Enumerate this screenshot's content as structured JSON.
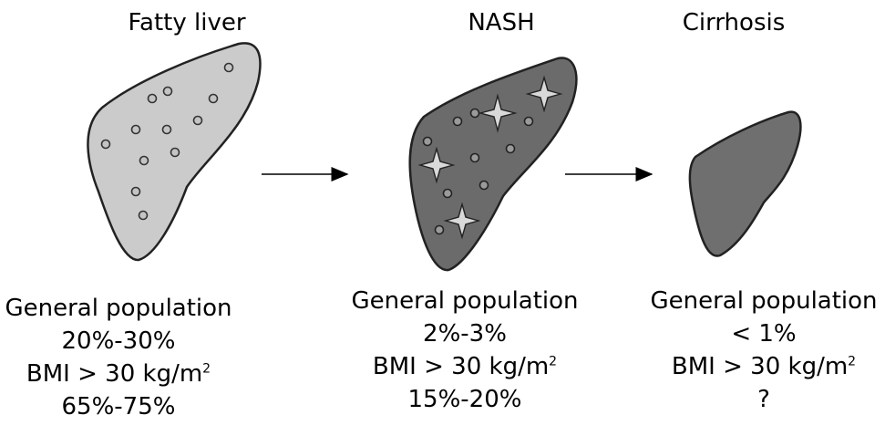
{
  "colors": {
    "fatty_fill": "#cbcbcb",
    "nash_fill": "#6b6b6b",
    "cirrhosis_fill": "#6f6f6f",
    "outline": "#222222",
    "dot_fatty": "#bfbfbf",
    "dot_nash": "#9a9a9a"
  },
  "stages": [
    {
      "title": "Fatty liver",
      "general_label": "General population",
      "general_value": "20%-30%",
      "bmi_label": "BMI > 30 kg/m",
      "bmi_sup": "2",
      "bmi_value": "65%-75%"
    },
    {
      "title": "NASH",
      "general_label": "General population",
      "general_value": "2%-3%",
      "bmi_label": "BMI > 30 kg/m",
      "bmi_sup": "2",
      "bmi_value": "15%-20%"
    },
    {
      "title": "Cirrhosis",
      "general_label": "General population",
      "general_value": "< 1%",
      "bmi_label": "BMI > 30 kg/m",
      "bmi_sup": "2",
      "bmi_value": "?"
    }
  ]
}
